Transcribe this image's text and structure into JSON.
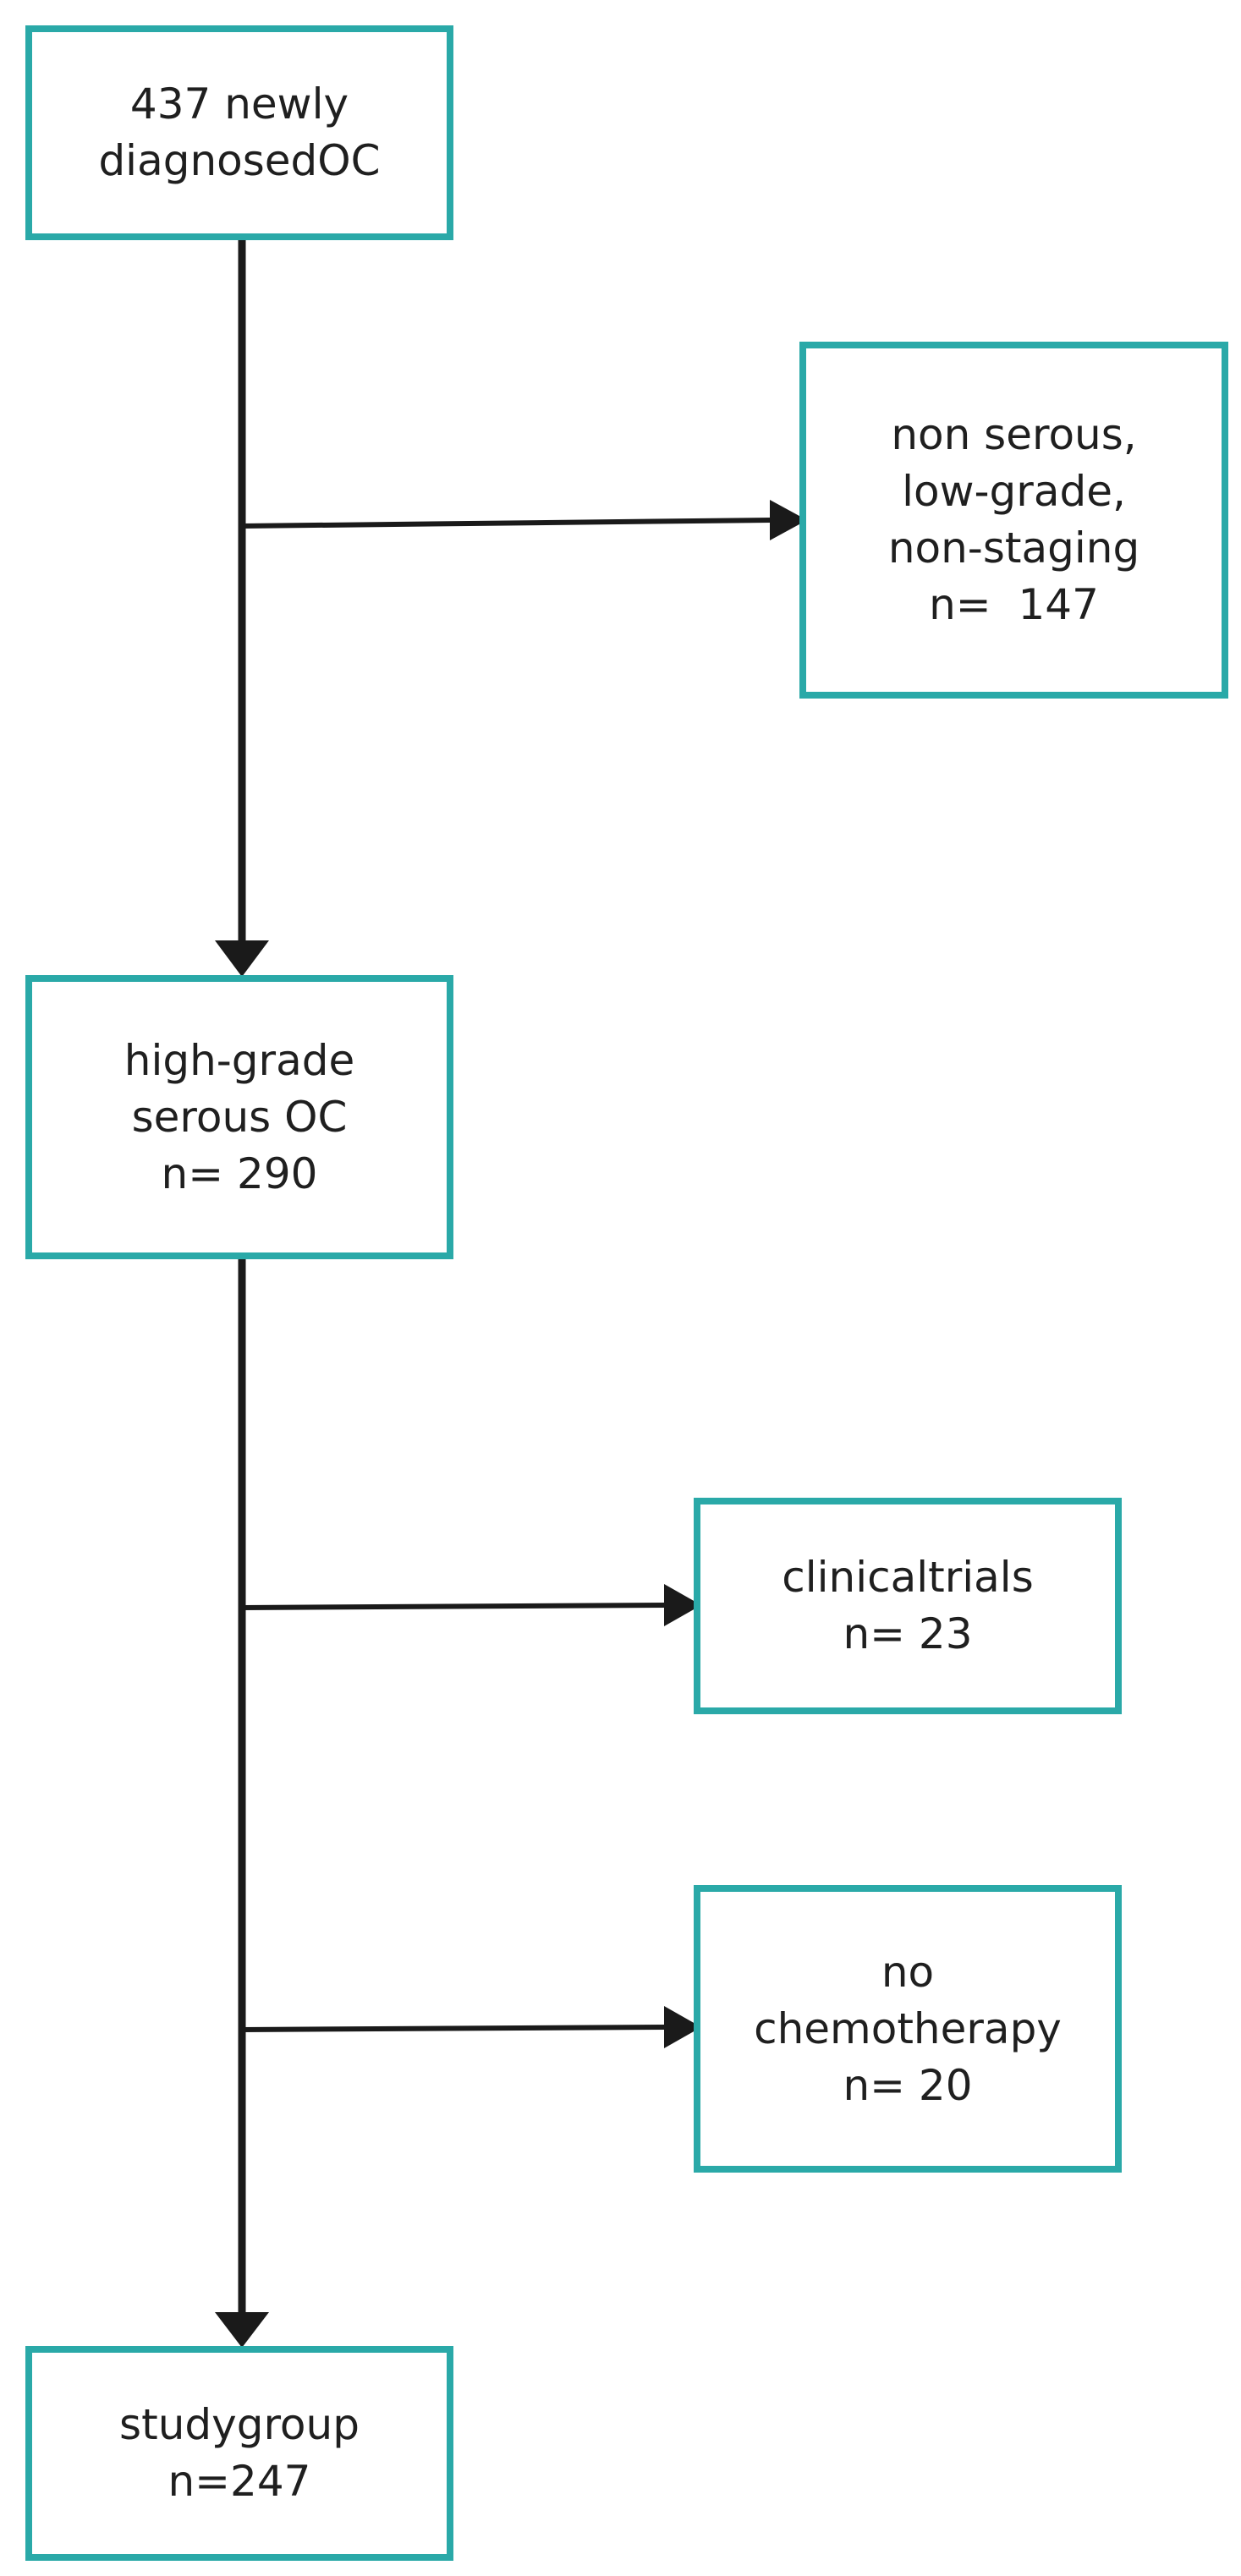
{
  "flowchart": {
    "colors": {
      "box_border": "#2aa9a8",
      "arrow": "#1a1a1a",
      "text": "#1f1f1f"
    },
    "boxes": {
      "newly_diagnosed": {
        "lines": [
          "437 newly",
          "diagnosedOC"
        ]
      },
      "excluded_1": {
        "lines": [
          "non serous,",
          "low-grade,",
          "non-staging",
          "n=  147"
        ]
      },
      "high_grade": {
        "lines": [
          "high-grade",
          "serous OC",
          "n= 290"
        ]
      },
      "excluded_2": {
        "lines": [
          "clinicaltrials",
          "n= 23"
        ]
      },
      "excluded_3": {
        "lines": [
          "no",
          "chemotherapy",
          "n= 20"
        ]
      },
      "study_group": {
        "lines": [
          "studygroup",
          "n=247"
        ]
      }
    }
  }
}
